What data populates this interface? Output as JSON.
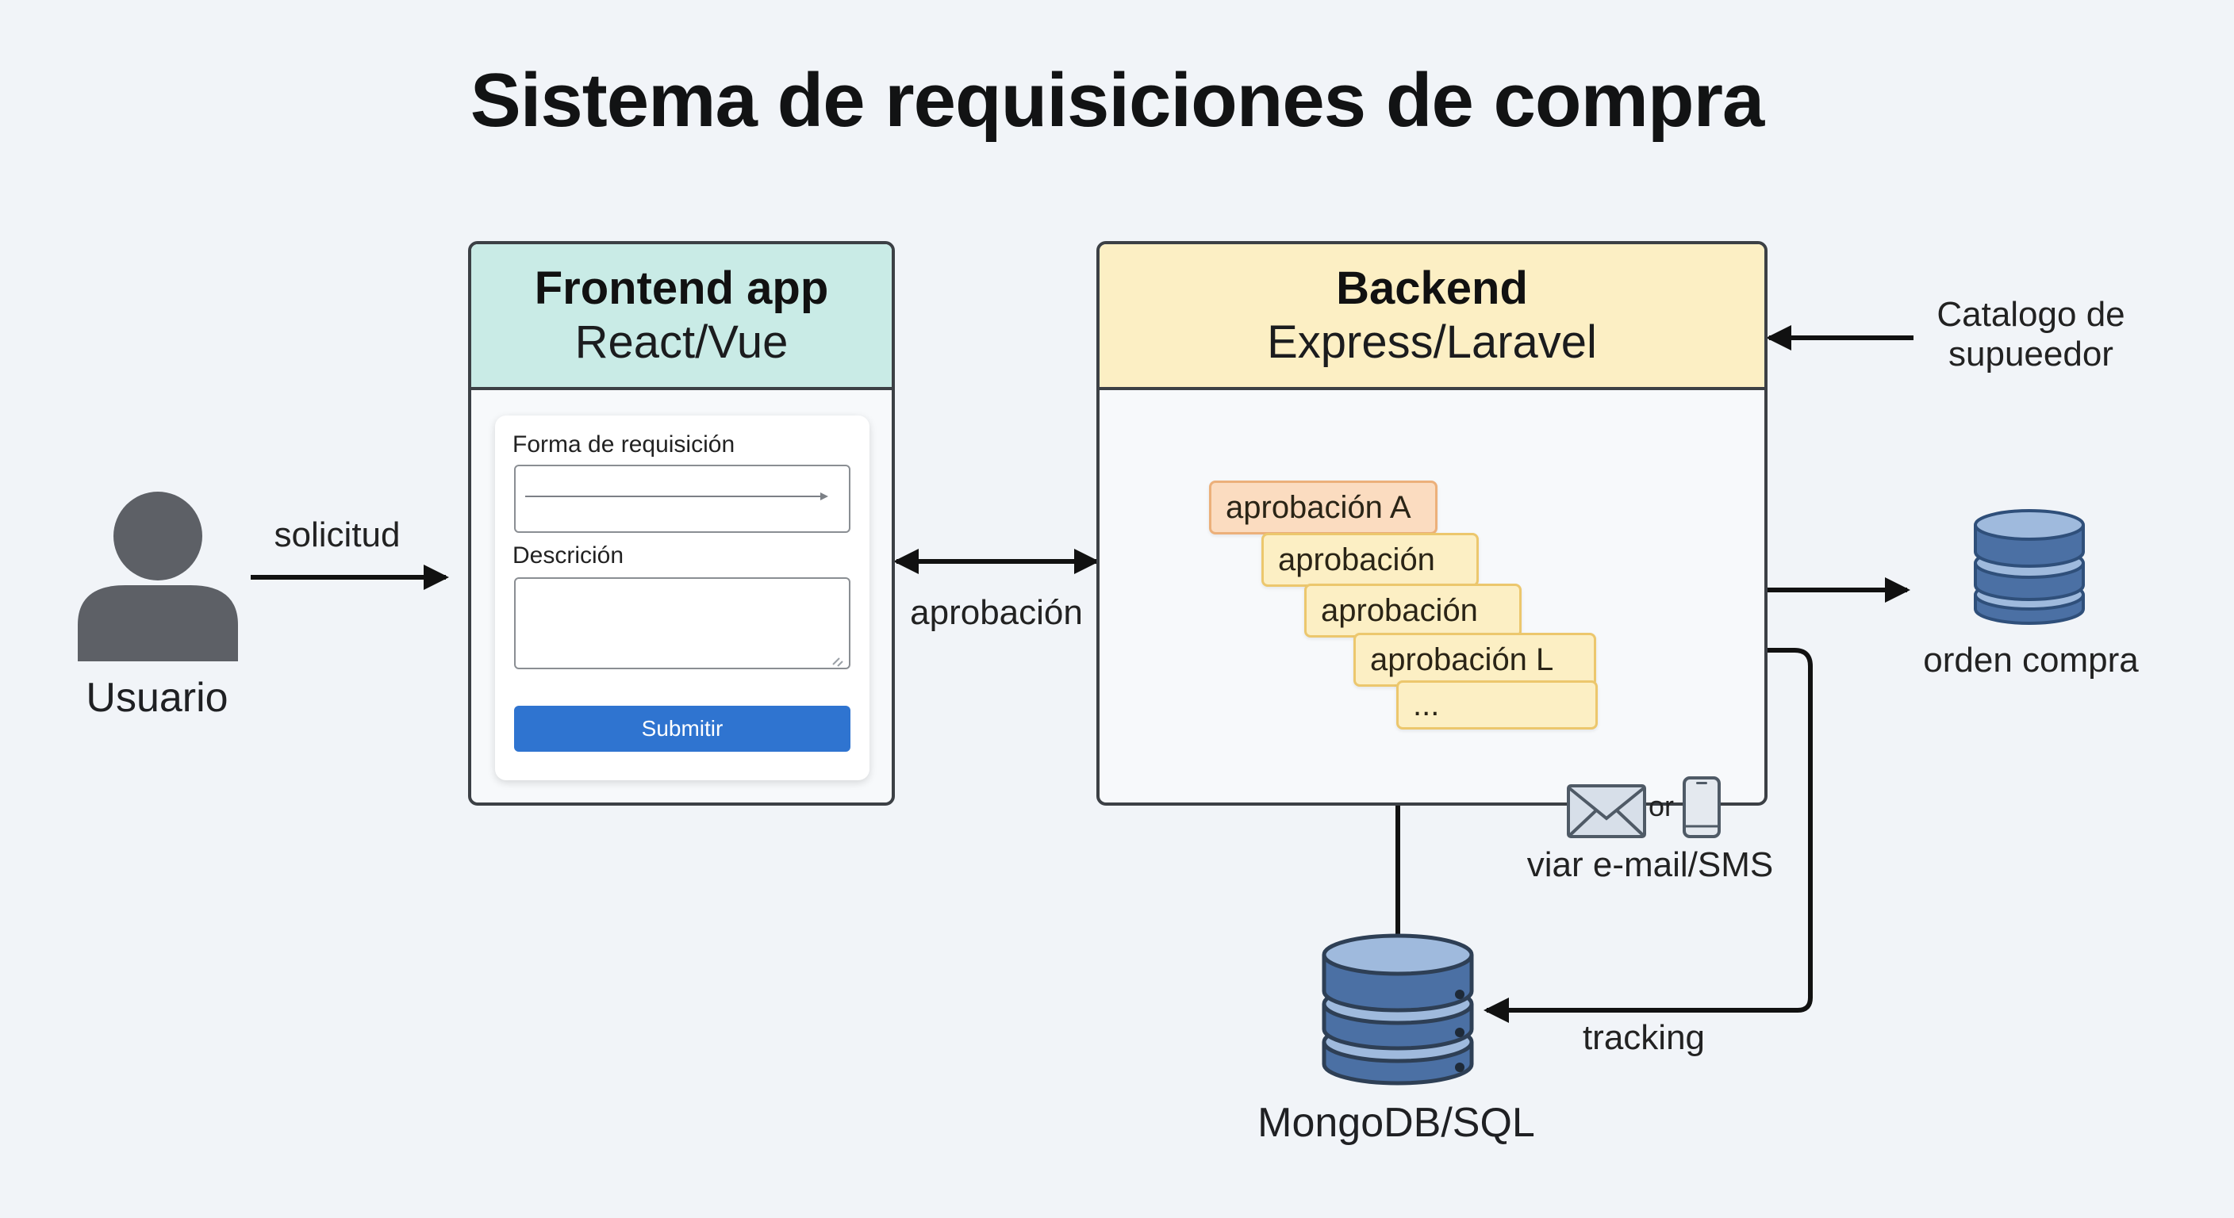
{
  "title": "Sistema de requisiciones de compra",
  "colors": {
    "background": "#f1f4f8",
    "frontend_header": "#c9ebe6",
    "backend_header": "#fcefc4",
    "submit_button": "#2f74d0",
    "database": "#4b70a4",
    "actor": "#5d6066",
    "approval_first": "#fbdcc0",
    "approval_rest": "#fcefc4"
  },
  "actor": {
    "label": "Usuario",
    "icon": "user-icon"
  },
  "edges": {
    "solicitud": "solicitud",
    "aprobacion": "aprobación",
    "catalogo": "Catalogo de\nsupueedor",
    "notify": "viar e-mail/SMS",
    "notify_or": "or",
    "tracking": "tracking"
  },
  "frontend": {
    "title": "Frontend app",
    "subtitle": "React/Vue",
    "form": {
      "field1_label": "Forma de requisición",
      "field2_label": "Descrición",
      "submit_label": "Submitir"
    }
  },
  "backend": {
    "title": "Backend",
    "subtitle": "Express/Laravel",
    "approvals": [
      "aprobación A",
      "aprobación",
      "aprobación",
      "aprobación L",
      "..."
    ]
  },
  "databases": {
    "orden": {
      "label": "orden compra",
      "icon": "database-icon"
    },
    "main": {
      "label": "MongoDB/SQL",
      "icon": "database-icon"
    }
  },
  "notify_icons": [
    "envelope-icon",
    "smartphone-icon"
  ]
}
